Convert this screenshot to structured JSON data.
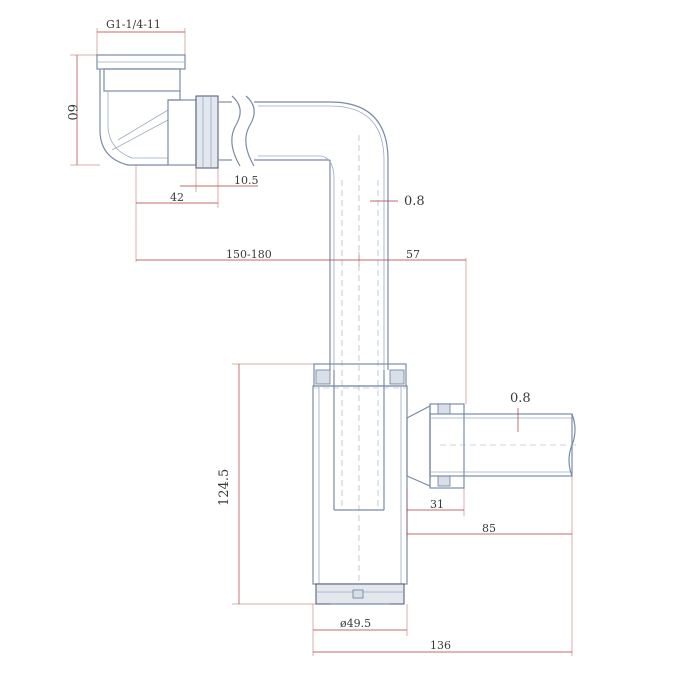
{
  "labels": {
    "thread": "G1-1/4-11",
    "height_60": "60",
    "nut_10_5": "10.5",
    "offset_42": "42",
    "wall_0_8_top": "0.8",
    "range_150_180": "150-180",
    "offset_57": "57",
    "height_124_5": "124.5",
    "wall_0_8_outlet": "0.8",
    "outlet_31": "31",
    "outlet_85": "85",
    "dia_49_5": "ø49.5",
    "width_136": "136"
  },
  "colors": {
    "outline": "#7a8ba8",
    "dimension": "#b03a3a",
    "text": "#3a3a3a"
  }
}
